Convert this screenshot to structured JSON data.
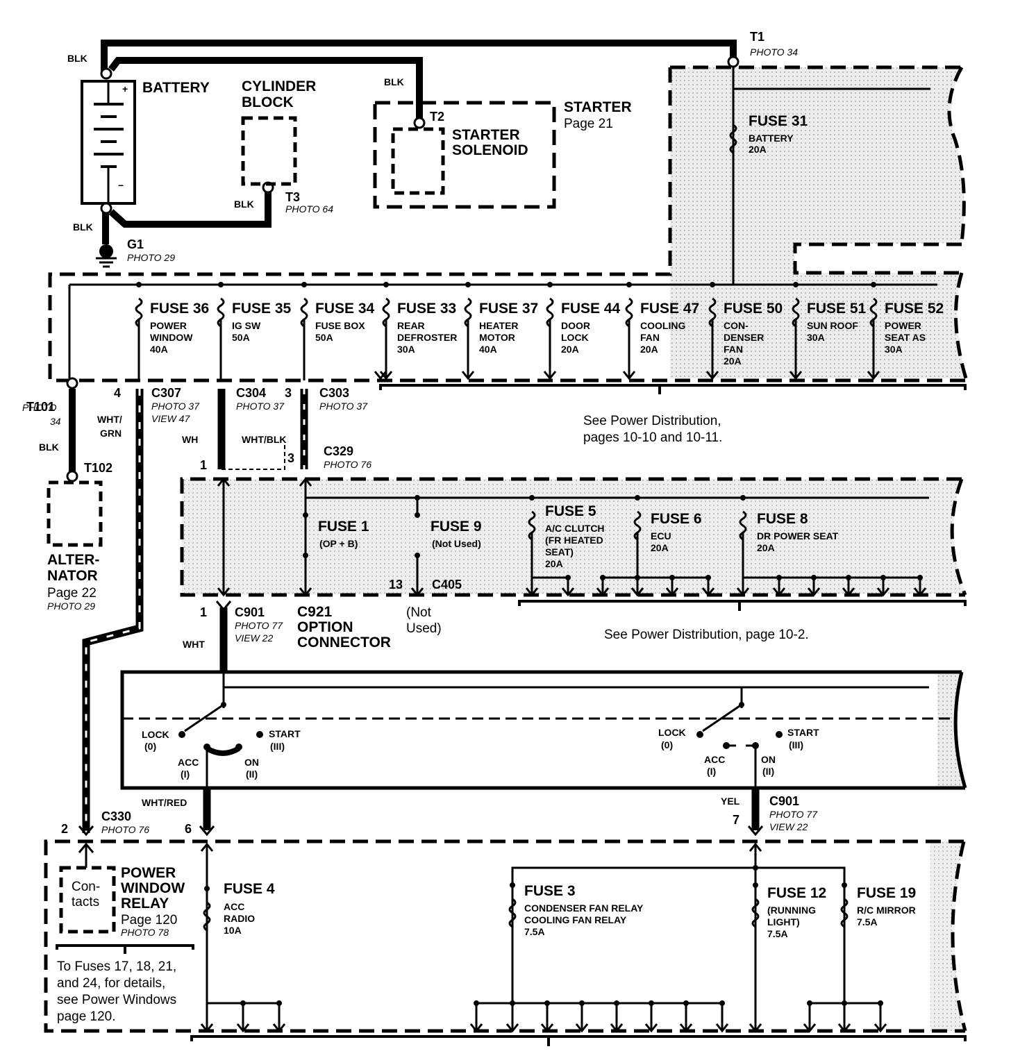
{
  "colors": {
    "ink": "#000000",
    "paper": "#ffffff",
    "shade": "#e6e6e6"
  },
  "battery": {
    "name": "BATTERY",
    "plus": "+",
    "minus": "−"
  },
  "cylinder_block": {
    "line1": "CYLINDER",
    "line2": "BLOCK"
  },
  "wires": {
    "blk": "BLK",
    "wht_grn_1": "WHT/",
    "wht_grn_2": "GRN",
    "wht": "WHT",
    "wht_blk": "WHT/BLK",
    "wht_red": "WHT/RED",
    "yel": "YEL",
    "wh_partial": "WH"
  },
  "terminals": {
    "t1": "T1",
    "t1_photo": "PHOTO 34",
    "t2": "T2",
    "t3": "T3",
    "t3_photo": "PHOTO 64",
    "g1": "G1",
    "g1_photo": "PHOTO 29",
    "t101": "T101",
    "t101_photo1": "PHOTO",
    "t101_photo2": "34",
    "t102": "T102"
  },
  "starter": {
    "title": "STARTER",
    "page": "Page 21",
    "solenoid1": "STARTER",
    "solenoid2": "SOLENOID"
  },
  "fuse31": {
    "name": "FUSE 31",
    "desc": "BATTERY",
    "amp": "20A"
  },
  "row1_fuses": [
    {
      "name": "FUSE 36",
      "l1": "POWER",
      "l2": "WINDOW",
      "l3": "40A"
    },
    {
      "name": "FUSE 35",
      "l1": "IG SW",
      "l2": "50A",
      "l3": ""
    },
    {
      "name": "FUSE 34",
      "l1": "FUSE BOX",
      "l2": "50A",
      "l3": ""
    },
    {
      "name": "FUSE 33",
      "l1": "REAR",
      "l2": "DEFROSTER",
      "l3": "30A"
    },
    {
      "name": "FUSE 37",
      "l1": "HEATER",
      "l2": "MOTOR",
      "l3": "40A"
    },
    {
      "name": "FUSE 44",
      "l1": "DOOR",
      "l2": "LOCK",
      "l3": "20A"
    },
    {
      "name": "FUSE 47",
      "l1": "COOLING",
      "l2": "FAN",
      "l3": "20A"
    },
    {
      "name": "FUSE 50",
      "l1": "CON-",
      "l2": "DENSER",
      "l3": "FAN",
      "l4": "20A"
    },
    {
      "name": "FUSE 51",
      "l1": "SUN ROOF",
      "l2": "30A",
      "l3": ""
    },
    {
      "name": "FUSE 52",
      "l1": "POWER",
      "l2": "SEAT AS",
      "l3": "30A"
    }
  ],
  "connectors": {
    "c307": "C307",
    "c307_photo": "PHOTO 37",
    "c307_view": "VIEW 47",
    "c307_pin": "4",
    "c304": "C304",
    "c304_photo": "PHOTO 37",
    "c304_pin": "3",
    "c303": "C303",
    "c303_photo": "PHOTO 37",
    "c303_pin": "3",
    "c329": "C329",
    "c329_photo": "PHOTO 76",
    "c329_pin3": "3",
    "c329_pin1": "1",
    "c901a": "C901",
    "c901a_photo": "PHOTO 77",
    "c901a_view": "VIEW 22",
    "c901a_pin": "1",
    "c921_1": "C921",
    "c921_2": "OPTION",
    "c921_3": "CONNECTOR",
    "c405": "C405",
    "c405_pin": "13",
    "not_used1": "(Not",
    "not_used2": "Used)",
    "c330": "C330",
    "c330_photo": "PHOTO 76",
    "c330_pin": "2",
    "c901b_pin6": "6",
    "c901c": "C901",
    "c901c_photo": "PHOTO 77",
    "c901c_view": "VIEW 22",
    "c901c_pin": "7"
  },
  "pd_note1": {
    "l1": "See Power Distribution,",
    "l2": "pages 10-10 and 10-11."
  },
  "alternator": {
    "l1": "ALTER-",
    "l2": "NATOR",
    "page": "Page 22",
    "photo": "PHOTO 29"
  },
  "row2_fuses": {
    "f1": {
      "name": "FUSE 1",
      "l1": "(OP + B)"
    },
    "f9": {
      "name": "FUSE 9",
      "l1": "(Not Used)"
    },
    "f5": {
      "name": "FUSE 5",
      "l1": "A/C CLUTCH",
      "l2": "(FR HEATED",
      "l3": "SEAT)",
      "l4": "20A"
    },
    "f6": {
      "name": "FUSE 6",
      "l1": "ECU",
      "l2": "20A"
    },
    "f8": {
      "name": "FUSE 8",
      "l1": "DR POWER SEAT",
      "l2": "20A"
    }
  },
  "pd_note2": "See Power Distribution, page 10-2.",
  "ignition": {
    "lock": "LOCK",
    "lock_pos": "(0)",
    "start": "START",
    "start_pos": "(III)",
    "acc": "ACC",
    "acc_pos": "(I)",
    "on": "ON",
    "on_pos": "(II)"
  },
  "relay": {
    "c1": "Con-",
    "c2": "tacts",
    "l1": "POWER",
    "l2": "WINDOW",
    "l3": "RELAY",
    "page": "Page 120",
    "photo": "PHOTO 78"
  },
  "row3_fuses": {
    "f4": {
      "name": "FUSE 4",
      "l1": "ACC",
      "l2": "RADIO",
      "l3": "10A"
    },
    "f3": {
      "name": "FUSE 3",
      "l1": "CONDENSER FAN RELAY",
      "l2": "COOLING FAN RELAY",
      "l3": "7.5A"
    },
    "f12": {
      "name": "FUSE 12",
      "l1": "(RUNNING",
      "l2": "LIGHT)",
      "l3": "7.5A"
    },
    "f19": {
      "name": "FUSE 19",
      "l1": "R/C MIRROR",
      "l2": "7.5A"
    }
  },
  "pw_note": {
    "l1": "To Fuses 17, 18, 21,",
    "l2": "and 24, for details,",
    "l3": "see Power Windows",
    "l4": "page 120."
  }
}
